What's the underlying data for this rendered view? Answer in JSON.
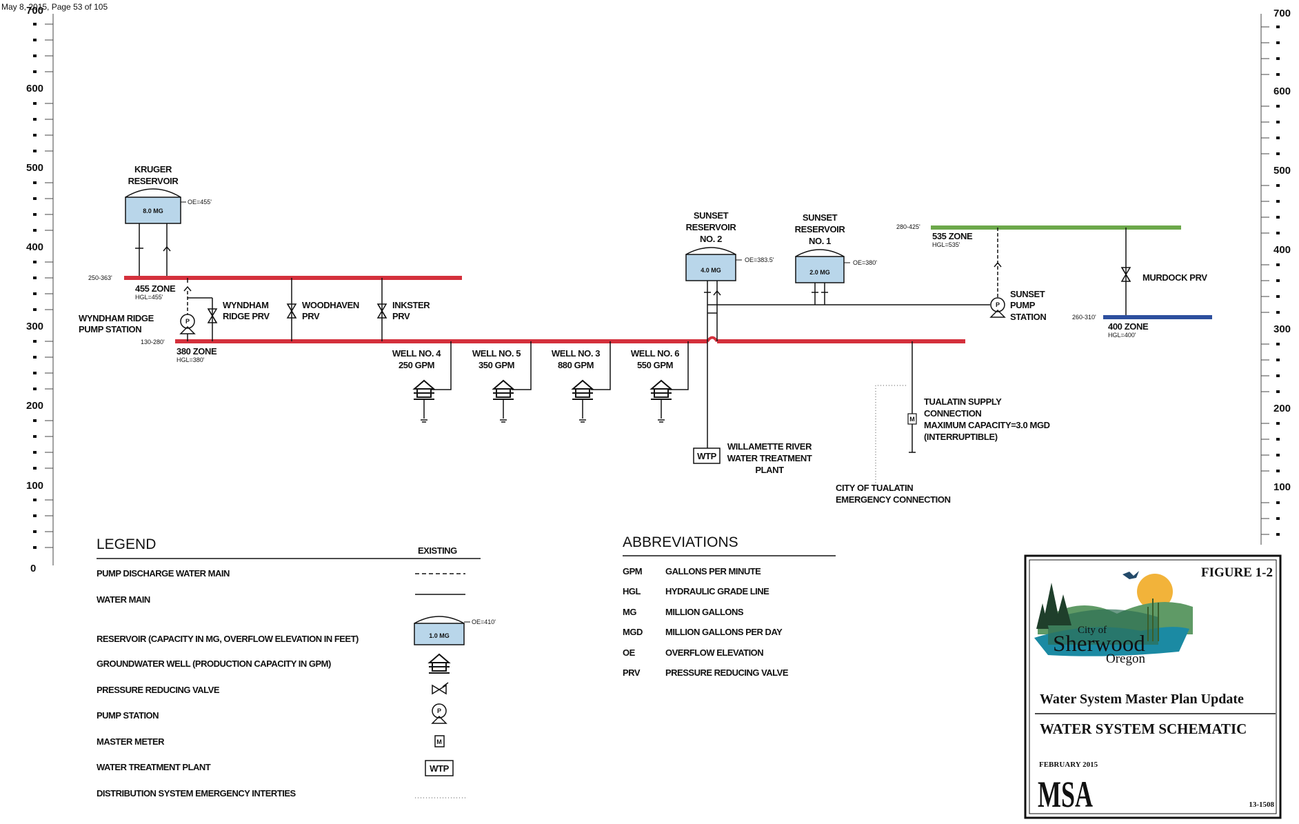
{
  "page_header": "May 8, 2015, Page 53 of 105",
  "axis": {
    "major_ticks": [
      "700",
      "600",
      "500",
      "400",
      "300",
      "200",
      "100",
      "0"
    ]
  },
  "reservoirs": {
    "kruger": {
      "name_lines": [
        "KRUGER",
        "RESERVOIR"
      ],
      "capacity": "8.0 MG",
      "oe": "OE=455'"
    },
    "sunset2": {
      "name_lines": [
        "SUNSET",
        "RESERVOIR",
        "NO. 2"
      ],
      "capacity": "4.0 MG",
      "oe": "OE=383.5'"
    },
    "sunset1": {
      "name_lines": [
        "SUNSET",
        "RESERVOIR",
        "NO. 1"
      ],
      "capacity": "2.0 MG",
      "oe": "OE=380'"
    }
  },
  "zones": {
    "z455": {
      "label": "455 ZONE",
      "hgl": "HGL=455'",
      "range": "250-363'",
      "color": "#d4303c"
    },
    "z380": {
      "label": "380 ZONE",
      "hgl": "HGL=380'",
      "range": "130-280'",
      "color": "#d4303c"
    },
    "z535": {
      "label": "535 ZONE",
      "hgl": "HGL=535'",
      "range": "280-425'",
      "color": "#6ca84a"
    },
    "z400": {
      "label": "400 ZONE",
      "hgl": "HGL=400'",
      "range": "260-310'",
      "color": "#2d4f9e"
    }
  },
  "prvs": {
    "wyndham": [
      "WYNDHAM",
      "RIDGE PRV"
    ],
    "woodhaven": [
      "WOODHAVEN",
      "PRV"
    ],
    "inkster": [
      "INKSTER",
      "PRV"
    ],
    "murdock": "MURDOCK PRV"
  },
  "pump_stations": {
    "wyndham": [
      "WYNDHAM RIDGE",
      "PUMP STATION"
    ],
    "sunset": [
      "SUNSET",
      "PUMP",
      "STATION"
    ]
  },
  "wells": [
    {
      "name": "WELL NO. 4",
      "gpm": "250 GPM"
    },
    {
      "name": "WELL NO. 5",
      "gpm": "350 GPM"
    },
    {
      "name": "WELL NO. 3",
      "gpm": "880 GPM"
    },
    {
      "name": "WELL NO. 6",
      "gpm": "550 GPM"
    }
  ],
  "wtp": {
    "symbol": "WTP",
    "name_lines": [
      "WILLAMETTE RIVER",
      "WATER TREATMENT",
      "PLANT"
    ]
  },
  "tualatin_supply": [
    "TUALATIN SUPPLY",
    "CONNECTION",
    "MAXIMUM CAPACITY=3.0 MGD",
    "(INTERRUPTIBLE)"
  ],
  "tualatin_emergency": [
    "CITY OF TUALATIN",
    "EMERGENCY CONNECTION"
  ],
  "meter_symbol": "M",
  "legend": {
    "title": "LEGEND",
    "column": "EXISTING",
    "items": [
      "PUMP DISCHARGE WATER MAIN",
      "WATER MAIN",
      "RESERVOIR (CAPACITY IN MG, OVERFLOW ELEVATION IN FEET)",
      "GROUNDWATER WELL (PRODUCTION CAPACITY IN GPM)",
      "PRESSURE REDUCING VALVE",
      "PUMP STATION",
      "MASTER METER",
      "WATER TREATMENT PLANT",
      "DISTRIBUTION SYSTEM EMERGENCY  INTERTIES"
    ],
    "sample_reservoir": {
      "capacity": "1.0 MG",
      "oe": "OE=410'"
    },
    "wtp_symbol": "WTP"
  },
  "abbreviations": {
    "title": "ABBREVIATIONS",
    "items": [
      {
        "abbr": "GPM",
        "def": "GALLONS PER MINUTE"
      },
      {
        "abbr": "HGL",
        "def": "HYDRAULIC GRADE LINE"
      },
      {
        "abbr": "MG",
        "def": "MILLION GALLONS"
      },
      {
        "abbr": "MGD",
        "def": "MILLION GALLONS PER DAY"
      },
      {
        "abbr": "OE",
        "def": "OVERFLOW ELEVATION"
      },
      {
        "abbr": "PRV",
        "def": "PRESSURE REDUCING VALVE"
      }
    ]
  },
  "title_block": {
    "figure": "FIGURE 1-2",
    "logo_city": "City of",
    "logo_name": "Sherwood",
    "logo_state": "Oregon",
    "project": "Water System Master Plan Update",
    "title": "WATER SYSTEM SCHEMATIC",
    "date": "FEBRUARY 2015",
    "firm": "MSA",
    "number": "13-1508"
  }
}
